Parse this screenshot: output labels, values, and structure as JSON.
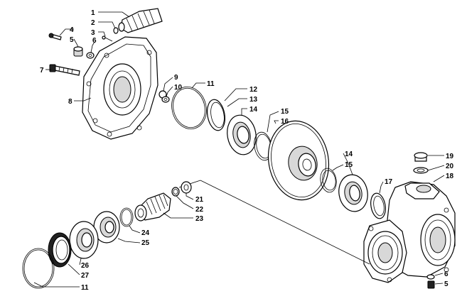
{
  "callouts": [
    {
      "id": "c1",
      "text": "1"
    },
    {
      "id": "c2",
      "text": "2"
    },
    {
      "id": "c3",
      "text": "3"
    },
    {
      "id": "c4",
      "text": "4"
    },
    {
      "id": "c5",
      "text": "5"
    },
    {
      "id": "c6",
      "text": "6"
    },
    {
      "id": "c7",
      "text": "7"
    },
    {
      "id": "c8",
      "text": "8"
    },
    {
      "id": "c9",
      "text": "9"
    },
    {
      "id": "c10",
      "text": "10"
    },
    {
      "id": "c11a",
      "text": "11"
    },
    {
      "id": "c12",
      "text": "12"
    },
    {
      "id": "c13",
      "text": "13"
    },
    {
      "id": "c14a",
      "text": "14"
    },
    {
      "id": "c15a",
      "text": "15"
    },
    {
      "id": "c16",
      "text": "16"
    },
    {
      "id": "c14b",
      "text": "14"
    },
    {
      "id": "c15b",
      "text": "15"
    },
    {
      "id": "c17",
      "text": "17"
    },
    {
      "id": "c19",
      "text": "19"
    },
    {
      "id": "c20",
      "text": "20"
    },
    {
      "id": "c18",
      "text": "18"
    },
    {
      "id": "c21",
      "text": "21"
    },
    {
      "id": "c22",
      "text": "22"
    },
    {
      "id": "c23",
      "text": "23"
    },
    {
      "id": "c24",
      "text": "24"
    },
    {
      "id": "c25",
      "text": "25"
    },
    {
      "id": "c26",
      "text": "26"
    },
    {
      "id": "c27",
      "text": "27"
    },
    {
      "id": "c11b",
      "text": "11"
    },
    {
      "id": "c6b",
      "text": "6"
    },
    {
      "id": "c5b",
      "text": "5"
    }
  ]
}
